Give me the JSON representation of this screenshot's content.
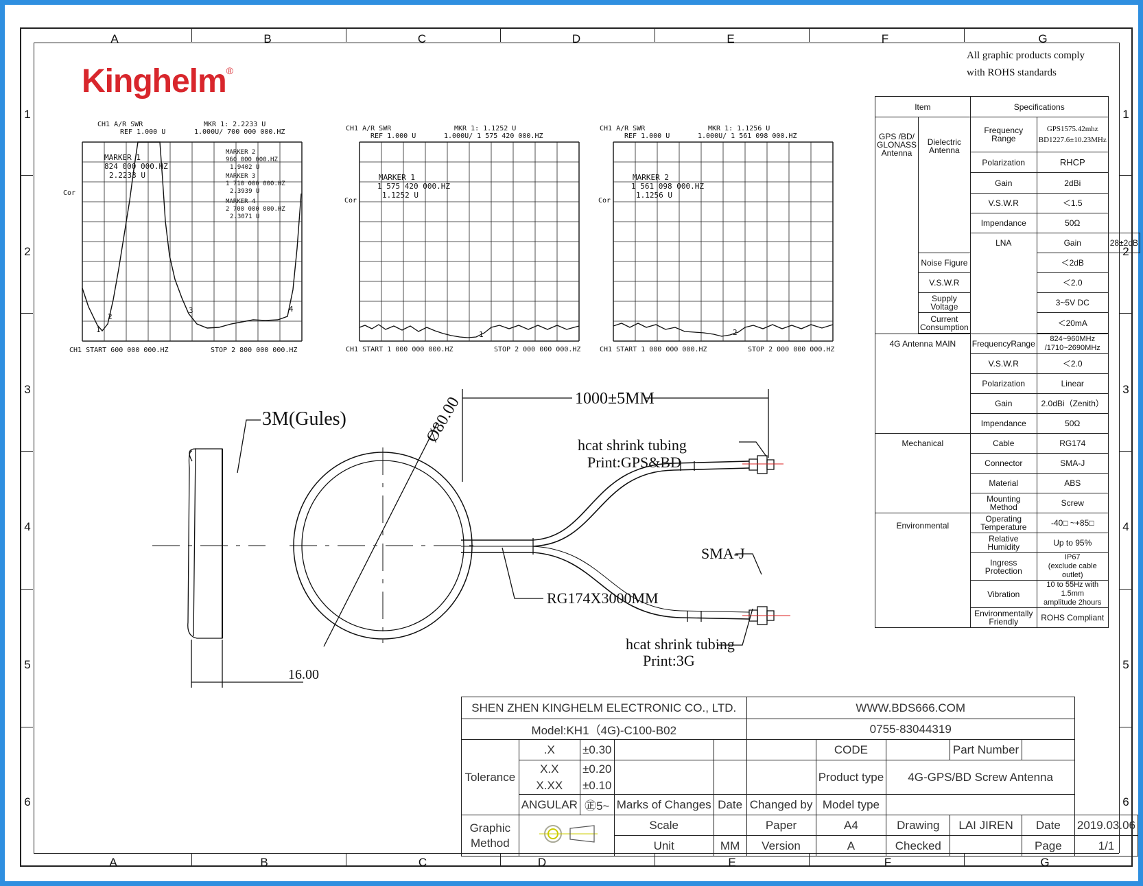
{
  "company": {
    "logo_text": "Kinghelm",
    "registered_mark": "®",
    "rohs_line1": "All graphic products comply",
    "rohs_line2": "with ROHS standards"
  },
  "zones": {
    "cols": [
      "A",
      "B",
      "C",
      "D",
      "E",
      "F",
      "G"
    ],
    "rows": [
      "1",
      "2",
      "3",
      "4",
      "5",
      "6"
    ]
  },
  "charts": [
    {
      "header_left1": "CH1  A/R SWR",
      "header_left2": "REF 1.000 U",
      "header_right1": "MKR 1: 2.2233 U",
      "header_right2": "1.000U/     700 000 000.HZ",
      "cor": "Cor",
      "markers": [
        "MARKER  1",
        "824  000  000.HZ",
        "2.2233  U"
      ],
      "markers_right": [
        "MARKER  2",
        "960  000  000.HZ",
        "1.9402  U",
        "MARKER  3",
        "1  710  000  000.HZ",
        "2.3939  U",
        "MARKER  4",
        "2  700  000  000.HZ",
        "2.3071  U"
      ],
      "footer_left": "CH1  START  600  000  000.HZ",
      "footer_right": "STOP  2  800  000  000.HZ"
    },
    {
      "header_left1": "CH1  A/R SWR",
      "header_left2": "REF 1.000 U",
      "header_right1": "MKR 1: 1.1252 U",
      "header_right2": "1.000U/     1  575  420  000.HZ",
      "cor": "Cor",
      "markers": [
        "MARKER  1",
        "1  575  420  000.HZ",
        "1.1252  U"
      ],
      "markers_right": [],
      "footer_left": "CH1  START  1  000  000  000.HZ",
      "footer_right": "STOP  2  000  000  000.HZ"
    },
    {
      "header_left1": "CH1  A/R SWR",
      "header_left2": "REF 1.000 U",
      "header_right1": "MKR 1: 1.1256 U",
      "header_right2": "1.000U/     1  561  098  000.HZ",
      "cor": "Cor",
      "markers": [
        "MARKER  2",
        "1  561  098  000.HZ",
        "1.1256  U"
      ],
      "markers_right": [],
      "footer_left": "CH1  START  1  000  000  000.HZ",
      "footer_right": "STOP  2  000  000  000.HZ"
    }
  ],
  "drawing": {
    "label_3m": "3M(Gules)",
    "label_dia": "Ø80.00",
    "label_length": "1000±5MM",
    "label_heat1_a": "hcat  shrink  tubing",
    "label_heat1_b": "Print:GPS&BD",
    "label_sma": "SMA-J",
    "label_rg": "RG174X3000MM",
    "label_heat2_a": "hcat  shrink  tubing",
    "label_heat2_b": "Print:3G",
    "label_thick": "16.00"
  },
  "spec": {
    "h_item": "Item",
    "h_spec": "Specifications",
    "gps_group": "GPS /BD/ GLONASS Antenna",
    "dielectric": "Dielectric Antenna",
    "lna": "LNA",
    "r_freq": "Frequency Range",
    "v_freq1": "GPS1575.42mhz",
    "v_freq2": "BD1227.6±10.23MHz",
    "r_pol": "Polarization",
    "v_pol": "RHCP",
    "r_gain": "Gain",
    "v_gain": "2dBi",
    "r_vswr": "V.S.W.R",
    "v_vswr": "＜1.5",
    "r_imp": "Impendance",
    "v_imp": "50Ω",
    "r_lgain": "Gain",
    "v_lgain": "28±2dB",
    "r_nf": "Noise Figure",
    "v_nf": "＜2dB",
    "r_lvswr": "V.S.W.R",
    "v_lvswr": "＜2.0",
    "r_sv": "Supply Voltage",
    "v_sv": "3~5V DC",
    "r_cc": "Current Consumption",
    "v_cc": "＜20mA",
    "g4": "4G Antenna MAIN",
    "r_4freq": "FrequencyRange",
    "v_4freq1": "824~960MHz",
    "v_4freq2": "/1710~2690MHz",
    "r_4vswr": "V.S.W.R",
    "v_4vswr": "＜2.0",
    "r_4pol": "Polarization",
    "v_4pol": "Linear",
    "r_4gain": "Gain",
    "v_4gain": "2.0dBi（Zenith）",
    "r_4imp": "Impendance",
    "v_4imp": "50Ω",
    "mech": "Mechanical",
    "r_cable": "Cable",
    "v_cable": "RG174",
    "r_conn": "Connector",
    "v_conn": "SMA-J",
    "r_mat": "Material",
    "v_mat": "ABS",
    "r_mount": "Mounting Method",
    "v_mount": "Screw",
    "env": "Environmental",
    "r_ot": "Operating Temperature",
    "v_ot": "-40□ ~+85□",
    "r_rh": "Relative Humidity",
    "v_rh": "Up to 95%",
    "r_ip": "Ingress Protection",
    "v_ip1": "IP67",
    "v_ip2": "(exclude cable outlet)",
    "r_vib": "Vibration",
    "v_vib1": "10 to 55Hz with 1.5mm",
    "v_vib2": "amplitude 2hours",
    "r_ef": "Environmentally Friendly",
    "v_ef": "ROHS Compliant"
  },
  "titleblock": {
    "company": "SHEN ZHEN KINGHELM ELECTRONIC CO., LTD.",
    "website": "WWW.BDS666.COM",
    "model": "Model:KH1（4G)-C100-B02",
    "phone": "0755-83044319",
    "tolerance": "Tolerance",
    "tx": ".X",
    "tx_v": "±0.30",
    "txx": "X.X",
    "txx_v": "±0.20",
    "txxx": "X.XX",
    "txxx_v": "±0.10",
    "angular": "ANGULAR",
    "angular_v": "㊣5~",
    "code": "CODE",
    "part_number": "Part Number",
    "product_type": "Product type",
    "product_type_v": "4G-GPS/BD Screw Antenna",
    "marks": "Marks of Changes",
    "date": "Date",
    "changed_by": "Changed by",
    "model_type": "Model type",
    "graphic_method": "Graphic Method",
    "scale": "Scale",
    "paper": "Paper",
    "paper_v": "A4",
    "drawing": "Drawing",
    "drawing_v": "LAI JIREN",
    "date2": "Date",
    "date2_v": "2019.03.06",
    "unit": "Unit",
    "unit_v": "MM",
    "version": "Version",
    "version_v": "A",
    "checked": "Checked",
    "page": "Page",
    "page_v": "1/1"
  }
}
